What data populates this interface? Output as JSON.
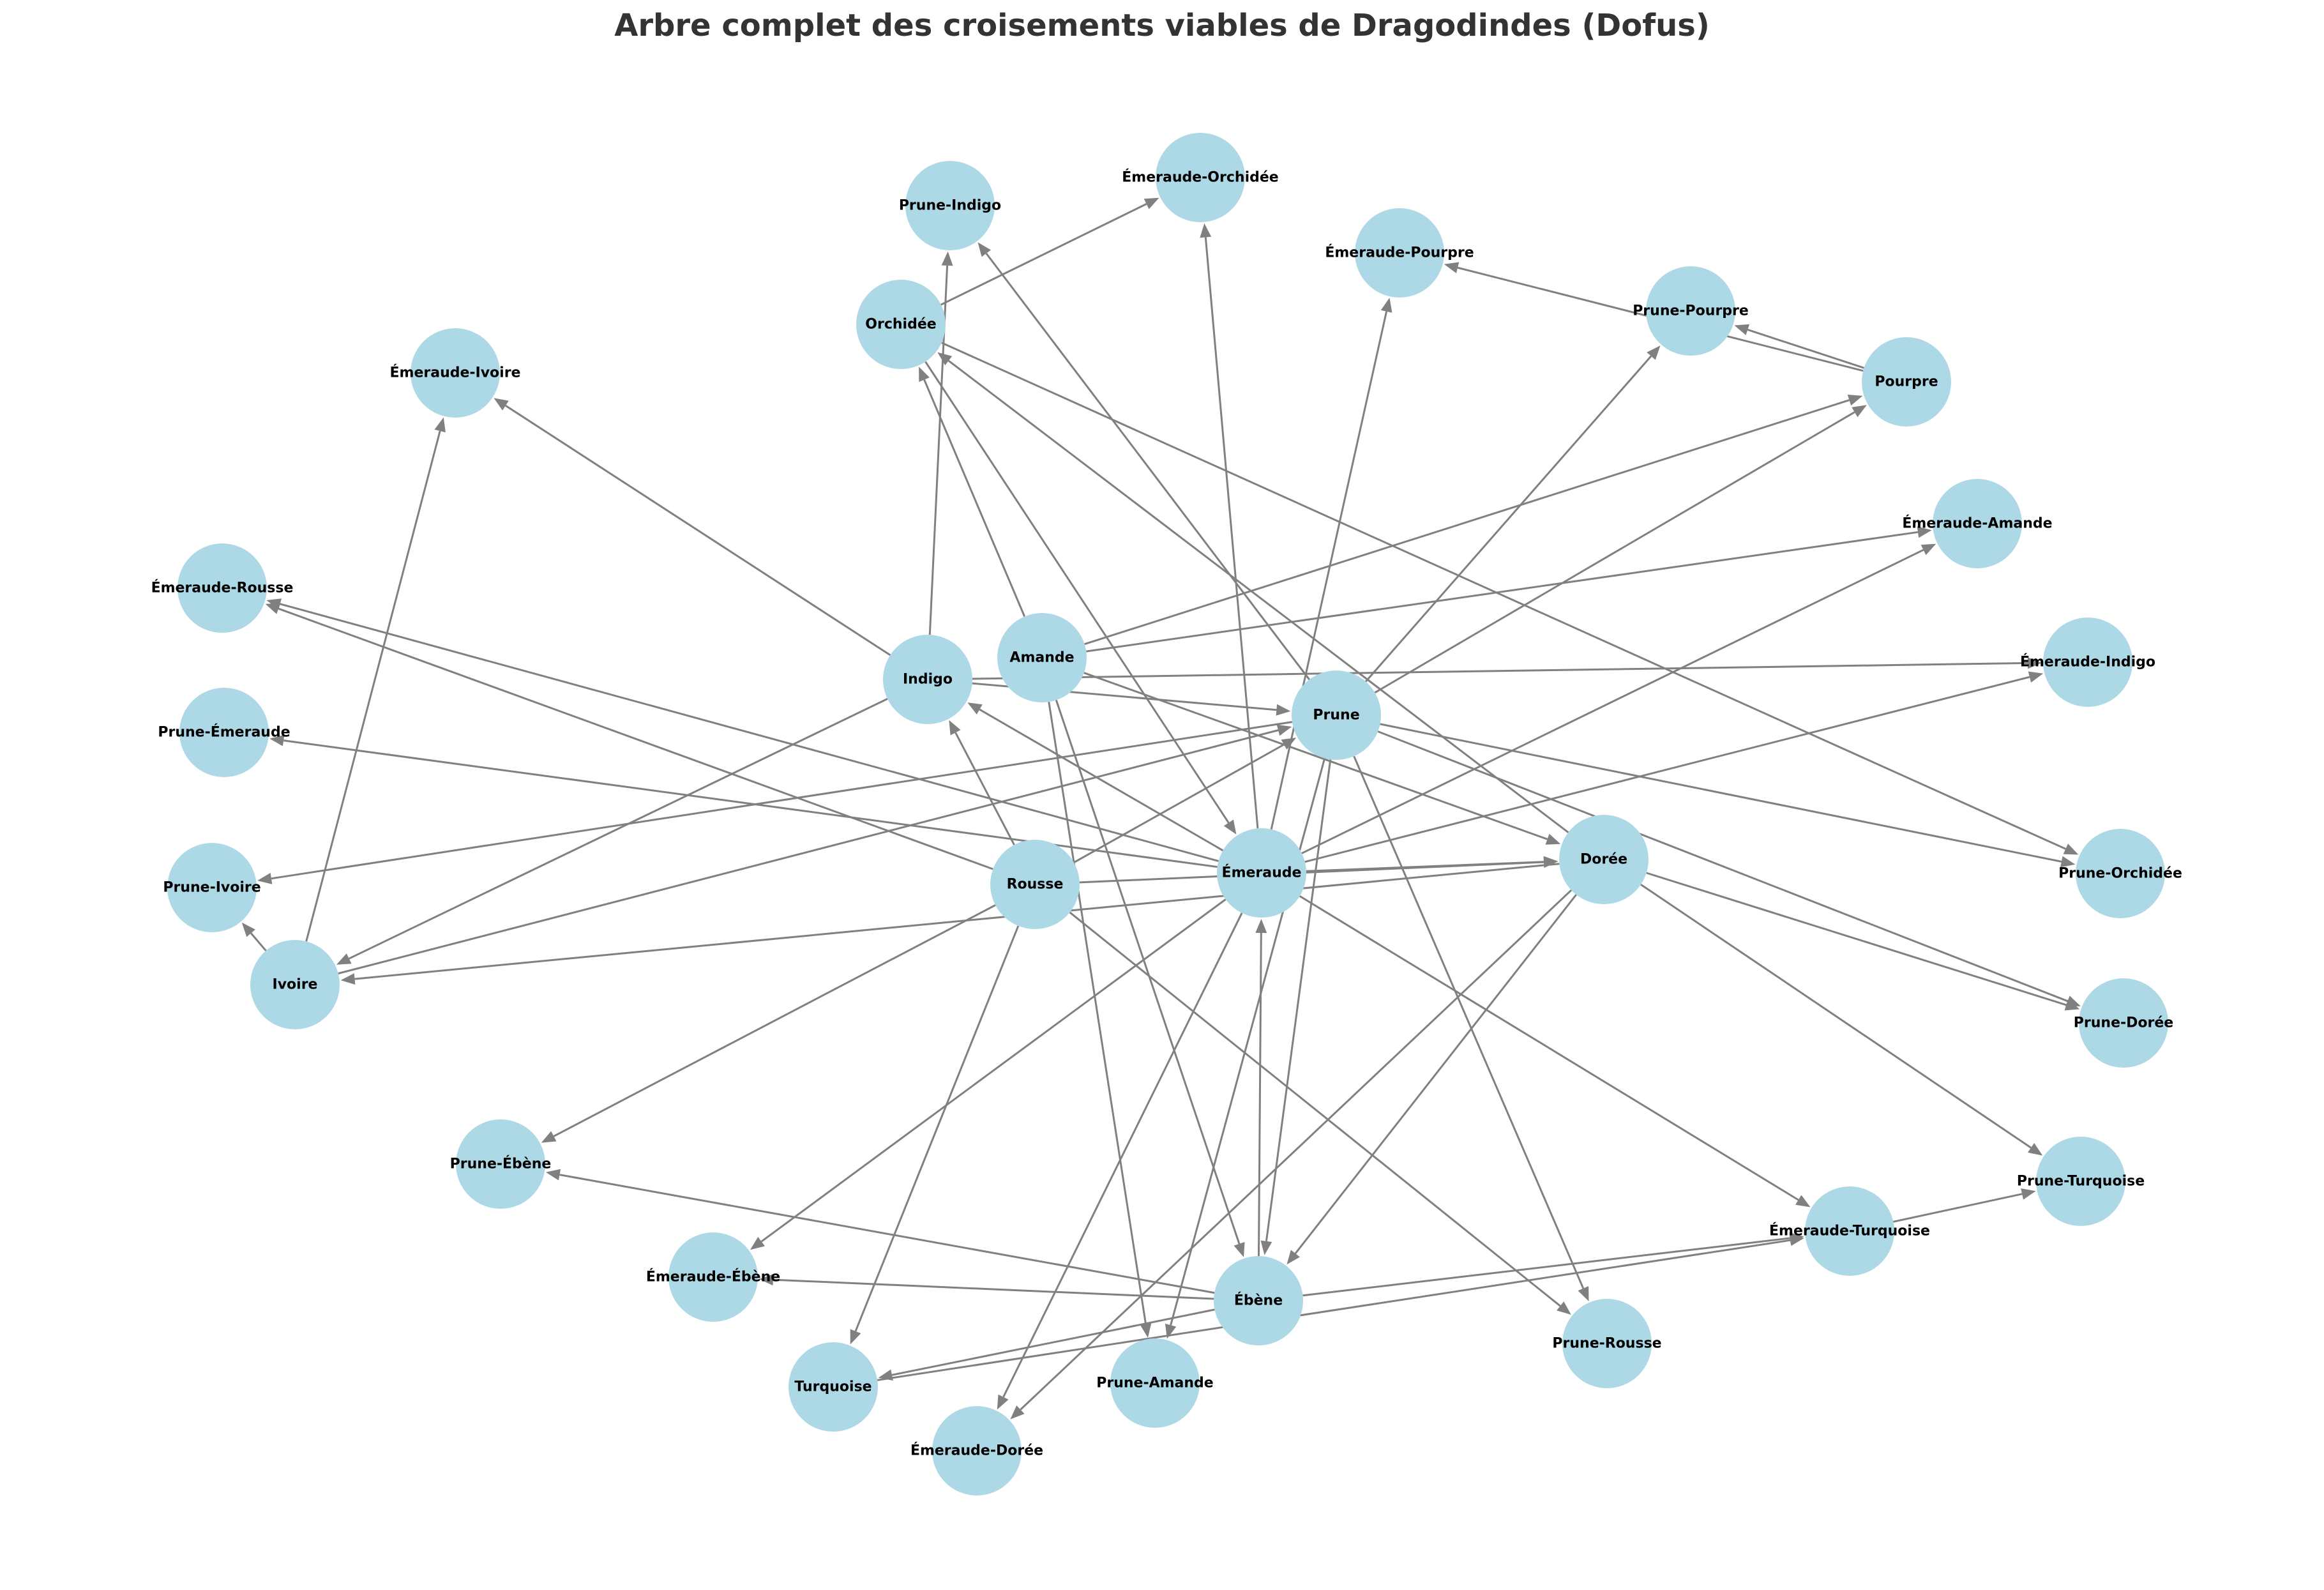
{
  "title": "Arbre complet des croisements viables de Dragodindes (Dofus)",
  "colors": {
    "node_fill": "#add8e6",
    "edge": "#808080",
    "label": "#000000",
    "title": "#333333"
  },
  "nodes": [
    {
      "id": "Émeraude",
      "label": "Émeraude"
    },
    {
      "id": "Prune",
      "label": "Prune"
    },
    {
      "id": "Amande",
      "label": "Amande"
    },
    {
      "id": "Indigo",
      "label": "Indigo"
    },
    {
      "id": "Rousse",
      "label": "Rousse"
    },
    {
      "id": "Dorée",
      "label": "Dorée"
    },
    {
      "id": "Ébène",
      "label": "Ébène"
    },
    {
      "id": "Orchidée",
      "label": "Orchidée"
    },
    {
      "id": "Ivoire",
      "label": "Ivoire"
    },
    {
      "id": "Turquoise",
      "label": "Turquoise"
    },
    {
      "id": "Pourpre",
      "label": "Pourpre"
    },
    {
      "id": "Prune-Indigo",
      "label": "Prune-Indigo"
    },
    {
      "id": "Émeraude-Orchidée",
      "label": "Émeraude-Orchidée"
    },
    {
      "id": "Émeraude-Pourpre",
      "label": "Émeraude-Pourpre"
    },
    {
      "id": "Prune-Pourpre",
      "label": "Prune-Pourpre"
    },
    {
      "id": "Émeraude-Ivoire",
      "label": "Émeraude-Ivoire"
    },
    {
      "id": "Émeraude-Amande",
      "label": "Émeraude-Amande"
    },
    {
      "id": "Émeraude-Rousse",
      "label": "Émeraude-Rousse"
    },
    {
      "id": "Émeraude-Indigo",
      "label": "Émeraude-Indigo"
    },
    {
      "id": "Prune-Émeraude",
      "label": "Prune-Émeraude"
    },
    {
      "id": "Prune-Ivoire",
      "label": "Prune-Ivoire"
    },
    {
      "id": "Prune-Orchidée",
      "label": "Prune-Orchidée"
    },
    {
      "id": "Prune-Dorée",
      "label": "Prune-Dorée"
    },
    {
      "id": "Prune-Ébène",
      "label": "Prune-Ébène"
    },
    {
      "id": "Prune-Turquoise",
      "label": "Prune-Turquoise"
    },
    {
      "id": "Émeraude-Turquoise",
      "label": "Émeraude-Turquoise"
    },
    {
      "id": "Émeraude-Ébène",
      "label": "Émeraude-Ébène"
    },
    {
      "id": "Prune-Rousse",
      "label": "Prune-Rousse"
    },
    {
      "id": "Prune-Amande",
      "label": "Prune-Amande"
    },
    {
      "id": "Émeraude-Dorée",
      "label": "Émeraude-Dorée"
    }
  ],
  "edges": [
    {
      "from": "Émeraude",
      "to": "Émeraude-Rousse"
    },
    {
      "from": "Émeraude",
      "to": "Prune-Émeraude"
    },
    {
      "from": "Émeraude",
      "to": "Émeraude-Amande"
    },
    {
      "from": "Émeraude",
      "to": "Émeraude-Indigo"
    },
    {
      "from": "Émeraude",
      "to": "Émeraude-Turquoise"
    },
    {
      "from": "Émeraude",
      "to": "Émeraude-Ébène"
    },
    {
      "from": "Émeraude",
      "to": "Émeraude-Dorée"
    },
    {
      "from": "Émeraude",
      "to": "Émeraude-Orchidée"
    },
    {
      "from": "Émeraude",
      "to": "Émeraude-Pourpre"
    },
    {
      "from": "Émeraude",
      "to": "Dorée"
    },
    {
      "from": "Émeraude",
      "to": "Indigo"
    },
    {
      "from": "Prune",
      "to": "Prune-Indigo"
    },
    {
      "from": "Prune",
      "to": "Prune-Pourpre"
    },
    {
      "from": "Prune",
      "to": "Prune-Orchidée"
    },
    {
      "from": "Prune",
      "to": "Prune-Dorée"
    },
    {
      "from": "Prune",
      "to": "Prune-Ivoire"
    },
    {
      "from": "Prune",
      "to": "Prune-Rousse"
    },
    {
      "from": "Prune",
      "to": "Prune-Amande"
    },
    {
      "from": "Indigo",
      "to": "Prune-Indigo"
    },
    {
      "from": "Indigo",
      "to": "Émeraude-Ivoire"
    },
    {
      "from": "Indigo",
      "to": "Émeraude-Indigo"
    },
    {
      "from": "Indigo",
      "to": "Prune"
    },
    {
      "from": "Indigo",
      "to": "Ivoire"
    },
    {
      "from": "Amande",
      "to": "Orchidée"
    },
    {
      "from": "Amande",
      "to": "Pourpre"
    },
    {
      "from": "Amande",
      "to": "Émeraude-Amande"
    },
    {
      "from": "Amande",
      "to": "Dorée"
    },
    {
      "from": "Amande",
      "to": "Ébène"
    },
    {
      "from": "Amande",
      "to": "Prune-Amande"
    },
    {
      "from": "Rousse",
      "to": "Indigo"
    },
    {
      "from": "Rousse",
      "to": "Émeraude-Rousse"
    },
    {
      "from": "Rousse",
      "to": "Prune"
    },
    {
      "from": "Rousse",
      "to": "Dorée"
    },
    {
      "from": "Rousse",
      "to": "Prune-Ébène"
    },
    {
      "from": "Rousse",
      "to": "Turquoise"
    },
    {
      "from": "Rousse",
      "to": "Prune-Rousse"
    },
    {
      "from": "Dorée",
      "to": "Orchidée"
    },
    {
      "from": "Dorée",
      "to": "Ivoire"
    },
    {
      "from": "Dorée",
      "to": "Prune-Dorée"
    },
    {
      "from": "Dorée",
      "to": "Prune-Turquoise"
    },
    {
      "from": "Dorée",
      "to": "Ébène"
    },
    {
      "from": "Dorée",
      "to": "Émeraude-Dorée"
    },
    {
      "from": "Ébène",
      "to": "Émeraude"
    },
    {
      "from": "Ébène",
      "to": "Prune-Ébène"
    },
    {
      "from": "Ébène",
      "to": "Émeraude-Ébène"
    },
    {
      "from": "Ébène",
      "to": "Turquoise"
    },
    {
      "from": "Ébène",
      "to": "Émeraude-Turquoise"
    },
    {
      "from": "Orchidée",
      "to": "Émeraude-Orchidée"
    },
    {
      "from": "Orchidée",
      "to": "Émeraude"
    },
    {
      "from": "Orchidée",
      "to": "Prune-Orchidée"
    },
    {
      "from": "Ivoire",
      "to": "Émeraude-Ivoire"
    },
    {
      "from": "Ivoire",
      "to": "Prune-Ivoire"
    },
    {
      "from": "Ivoire",
      "to": "Prune"
    },
    {
      "from": "Turquoise",
      "to": "Émeraude-Turquoise"
    },
    {
      "from": "Émeraude-Turquoise",
      "to": "Prune-Turquoise"
    },
    {
      "from": "Pourpre",
      "to": "Prune-Pourpre"
    },
    {
      "from": "Pourpre",
      "to": "Émeraude-Pourpre"
    },
    {
      "from": "Prune",
      "to": "Pourpre"
    },
    {
      "from": "Prune",
      "to": "Ébène"
    }
  ]
}
